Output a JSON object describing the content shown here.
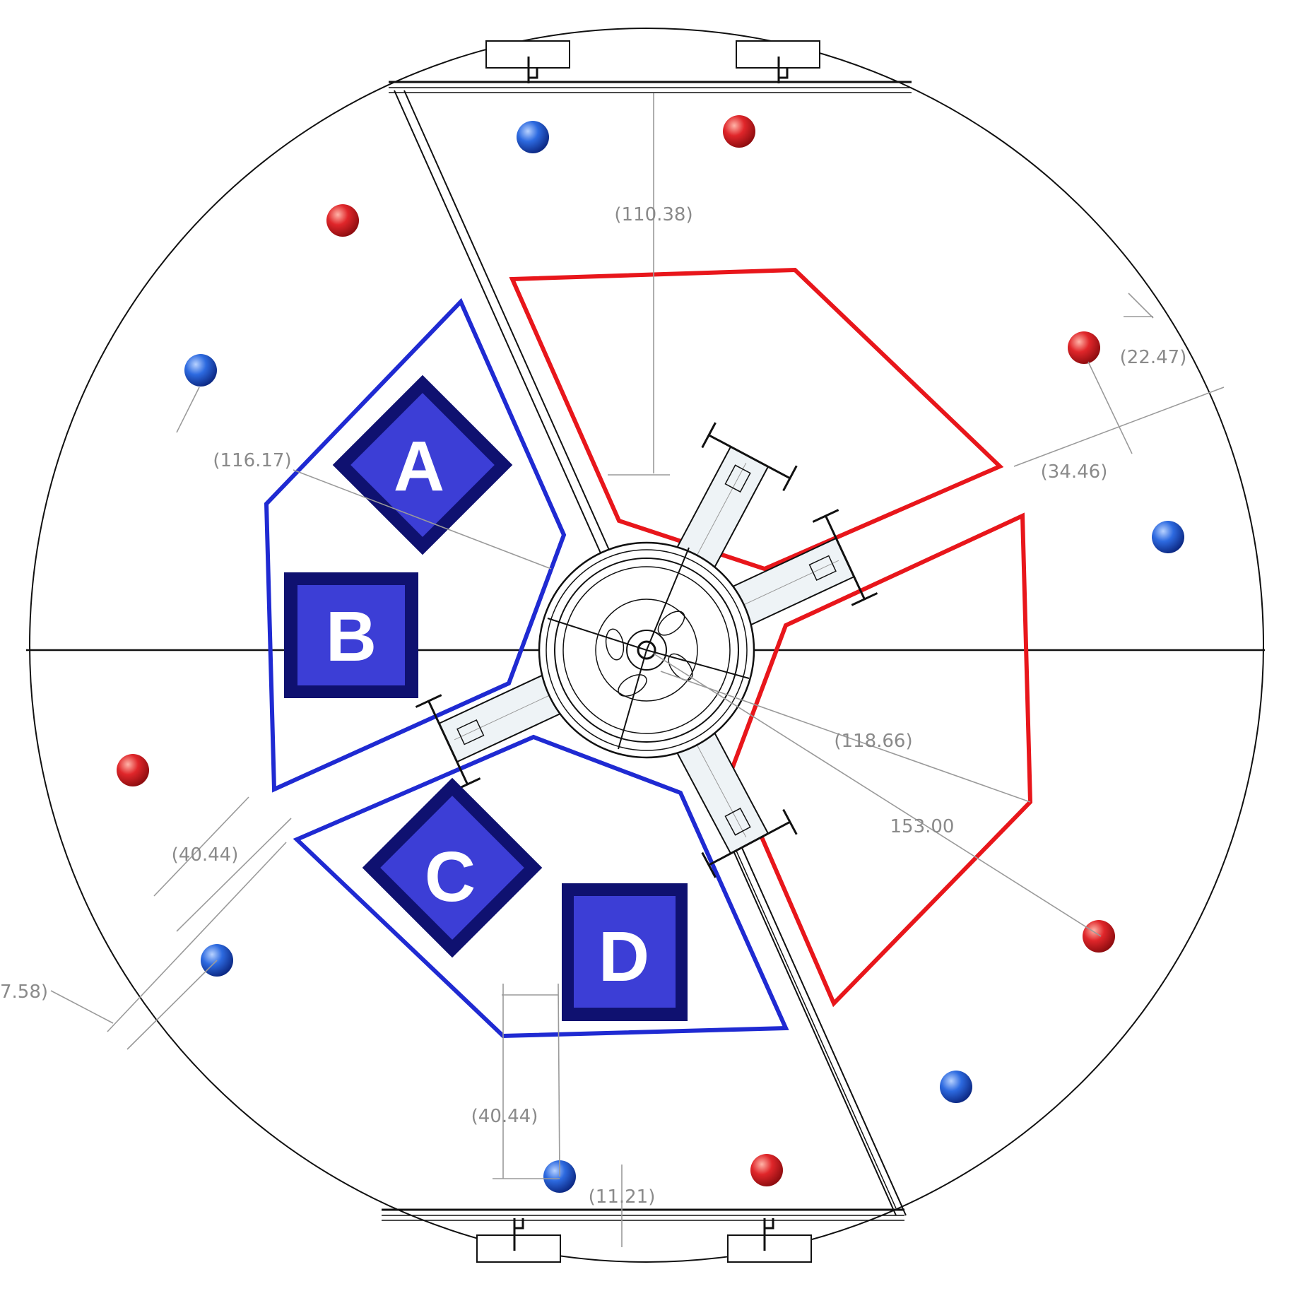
{
  "colors": {
    "red_zone": "#e8161b",
    "blue_zone": "#1f2ad2",
    "label_outer": "#0f1170",
    "label_inner": "#3c3ed6",
    "ball_red": "#e0262a",
    "ball_blue": "#2d6ae0",
    "dimension": "#8a8a8a"
  },
  "labels": {
    "a": "A",
    "b": "B",
    "c": "C",
    "d": "D"
  },
  "dimensions": {
    "d1": "110.38",
    "d2": "116.17",
    "d3": "22.47",
    "d4": "34.46",
    "d5": "118.66",
    "d6": "153.00",
    "d7": "40.44",
    "d8": "7.58",
    "d9": "40.44",
    "d10": "11.21"
  },
  "icons": {
    "ball": "sphere",
    "hub": "central-hub-mechanism"
  }
}
